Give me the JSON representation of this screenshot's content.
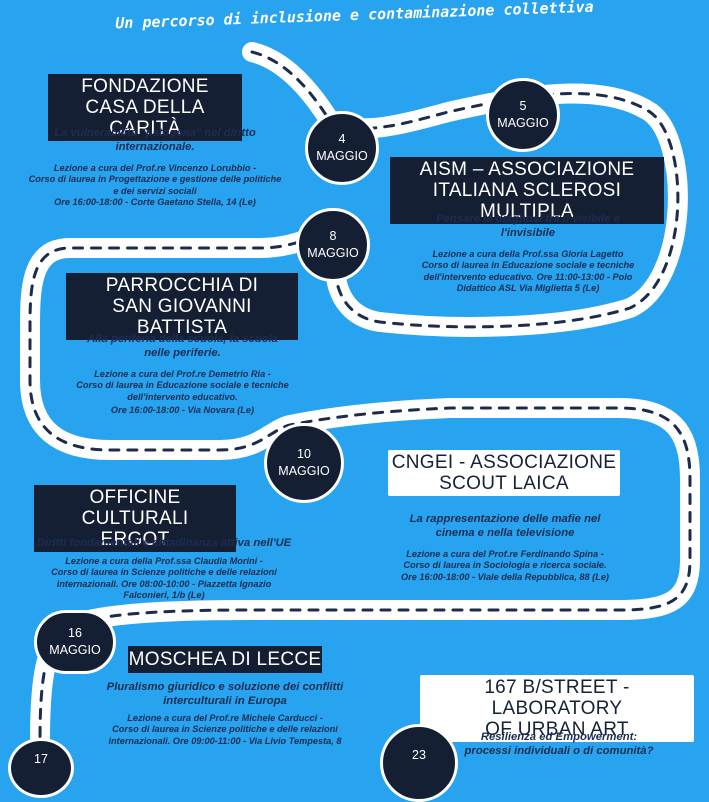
{
  "subtitle": "Un percorso di inclusione e contaminazione collettiva",
  "colors": {
    "background": "#27a3ef",
    "dark": "#151f33",
    "text": "#1c2d52",
    "road": "#ffffff"
  },
  "events": [
    {
      "day": "4",
      "month": "MAGGIO",
      "name_lines": [
        "FONDAZIONE",
        "CASA DELLA CARITÀ"
      ],
      "title_lines": [
        "La vulnerabilità \"patogena\" nel diritto",
        "internazionale."
      ],
      "lecture_lines": [
        "Lezione a cura del Prof.re Vincenzo Lorubbio -",
        "Corso di laurea in Progettazione e gestione delle politiche",
        "e dei servizi sociali"
      ],
      "time_lines": [
        "Ore 16:00-18:00 - Corte Gaetano Stella, 14 (Le)"
      ]
    },
    {
      "day": "5",
      "month": "MAGGIO",
      "name_lines": [
        "AISM – ASSOCIAZIONE",
        "ITALIANA SCLEROSI MULTIPLA"
      ],
      "title_lines": [
        "Pensare la diagnosi tra il visibile e",
        "l'invisibile"
      ],
      "lecture_lines": [
        "Lezione a cura della Prof.ssa Gloria Lagetto",
        "Corso di laurea in Educazione sociale e tecniche",
        "dell'intervento educativo. Ore 11:00-13:00 - Polo",
        "Didattico ASL Via Miglietta 5 (Le)"
      ],
      "time_lines": []
    },
    {
      "day": "8",
      "month": "MAGGIO",
      "name_lines": [
        "PARROCCHIA DI",
        "SAN GIOVANNI BATTISTA"
      ],
      "title_lines": [
        "Alla periferia della scuola, la scuola",
        "nelle periferie."
      ],
      "lecture_lines": [
        "Lezione a cura del Prof.re Demetrio Ria -",
        "Corso di laurea in Educazione sociale e tecniche",
        "dell'intervento educativo."
      ],
      "time_lines": [
        "Ore 16:00-18:00 - Via Novara (Le)"
      ]
    },
    {
      "day": "10",
      "month": "MAGGIO",
      "name_lines": [
        "OFFICINE CULTURALI",
        "ERGOT"
      ],
      "title_lines": [
        "Diritti fondamentali e cittadinanza attiva nell'UE"
      ],
      "lecture_lines": [
        "Lezione a cura della Prof.ssa Claudia Morini -",
        "Corso di laurea in Scienze politiche e delle relazioni",
        "internazionali. Ore 08:00-10:00 - Piazzetta Ignazio",
        "Falconieri, 1/b (Le)"
      ],
      "time_lines": []
    },
    {
      "day": "",
      "month": "",
      "name_lines": [
        "CNGEI - ASSOCIAZIONE",
        "SCOUT LAICA"
      ],
      "title_lines": [
        "La rappresentazione delle mafie nel",
        "cinema e nella televisione"
      ],
      "lecture_lines": [
        "Lezione a cura del Prof.re Ferdinando Spina -",
        "Corso di laurea in Sociologia e ricerca sociale."
      ],
      "time_lines": [
        "Ore 16:00-18:00 - Viale della Repubblica, 88 (Le)"
      ]
    },
    {
      "day": "16",
      "month": "MAGGIO",
      "name_lines": [
        "MOSCHEA DI LECCE"
      ],
      "title_lines": [
        "Pluralismo giuridico e soluzione dei conflitti",
        "interculturali in Europa"
      ],
      "lecture_lines": [
        "Lezione a cura del Prof.re Michele Carducci -",
        "Corso di laurea in Scienze politiche e delle relazioni",
        "internazionali. Ore 09:00-11:00 - Via Livio Tempesta, 8"
      ],
      "time_lines": []
    },
    {
      "day": "17",
      "month": "",
      "name_lines": [],
      "title_lines": [],
      "lecture_lines": [],
      "time_lines": []
    },
    {
      "day": "23",
      "month": "",
      "name_lines": [
        "167 B/STREET - LABORATORY",
        "OF URBAN ART"
      ],
      "title_lines": [
        "Resilienza ed Empowerment:",
        "processi individuali o di comunità?"
      ],
      "lecture_lines": [],
      "time_lines": []
    }
  ]
}
